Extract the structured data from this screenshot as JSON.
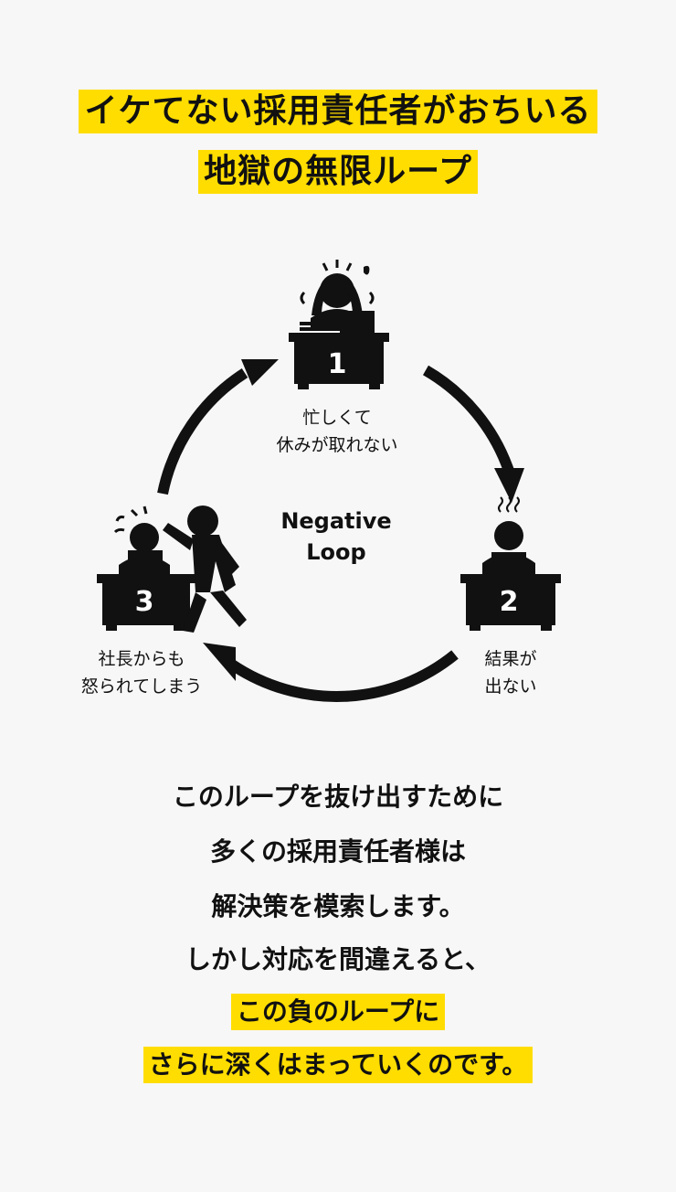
{
  "title": {
    "line1": "イケてない採用責任者がおちいる",
    "line2": "地獄の無限ループ"
  },
  "diagram": {
    "center_label_1": "Negative",
    "center_label_2": "Loop",
    "steps": [
      {
        "number": "1",
        "caption_line1": "忙しくて",
        "caption_line2": "休みが取れない"
      },
      {
        "number": "2",
        "caption_line1": "結果が",
        "caption_line2": "出ない"
      },
      {
        "number": "3",
        "caption_line1": "社長からも",
        "caption_line2": "怒られてしまう"
      }
    ]
  },
  "body": {
    "line1": "このループを抜け出すために",
    "line2": "多くの採用責任者様は",
    "line3": "解決策を模索します。",
    "line4": "しかし対応を間違えると、",
    "line5": "この負のループに",
    "line6": "さらに深くはまっていくのです。"
  },
  "colors": {
    "accent": "#ffdd00",
    "ink": "#111111",
    "background": "#f7f7f7"
  }
}
